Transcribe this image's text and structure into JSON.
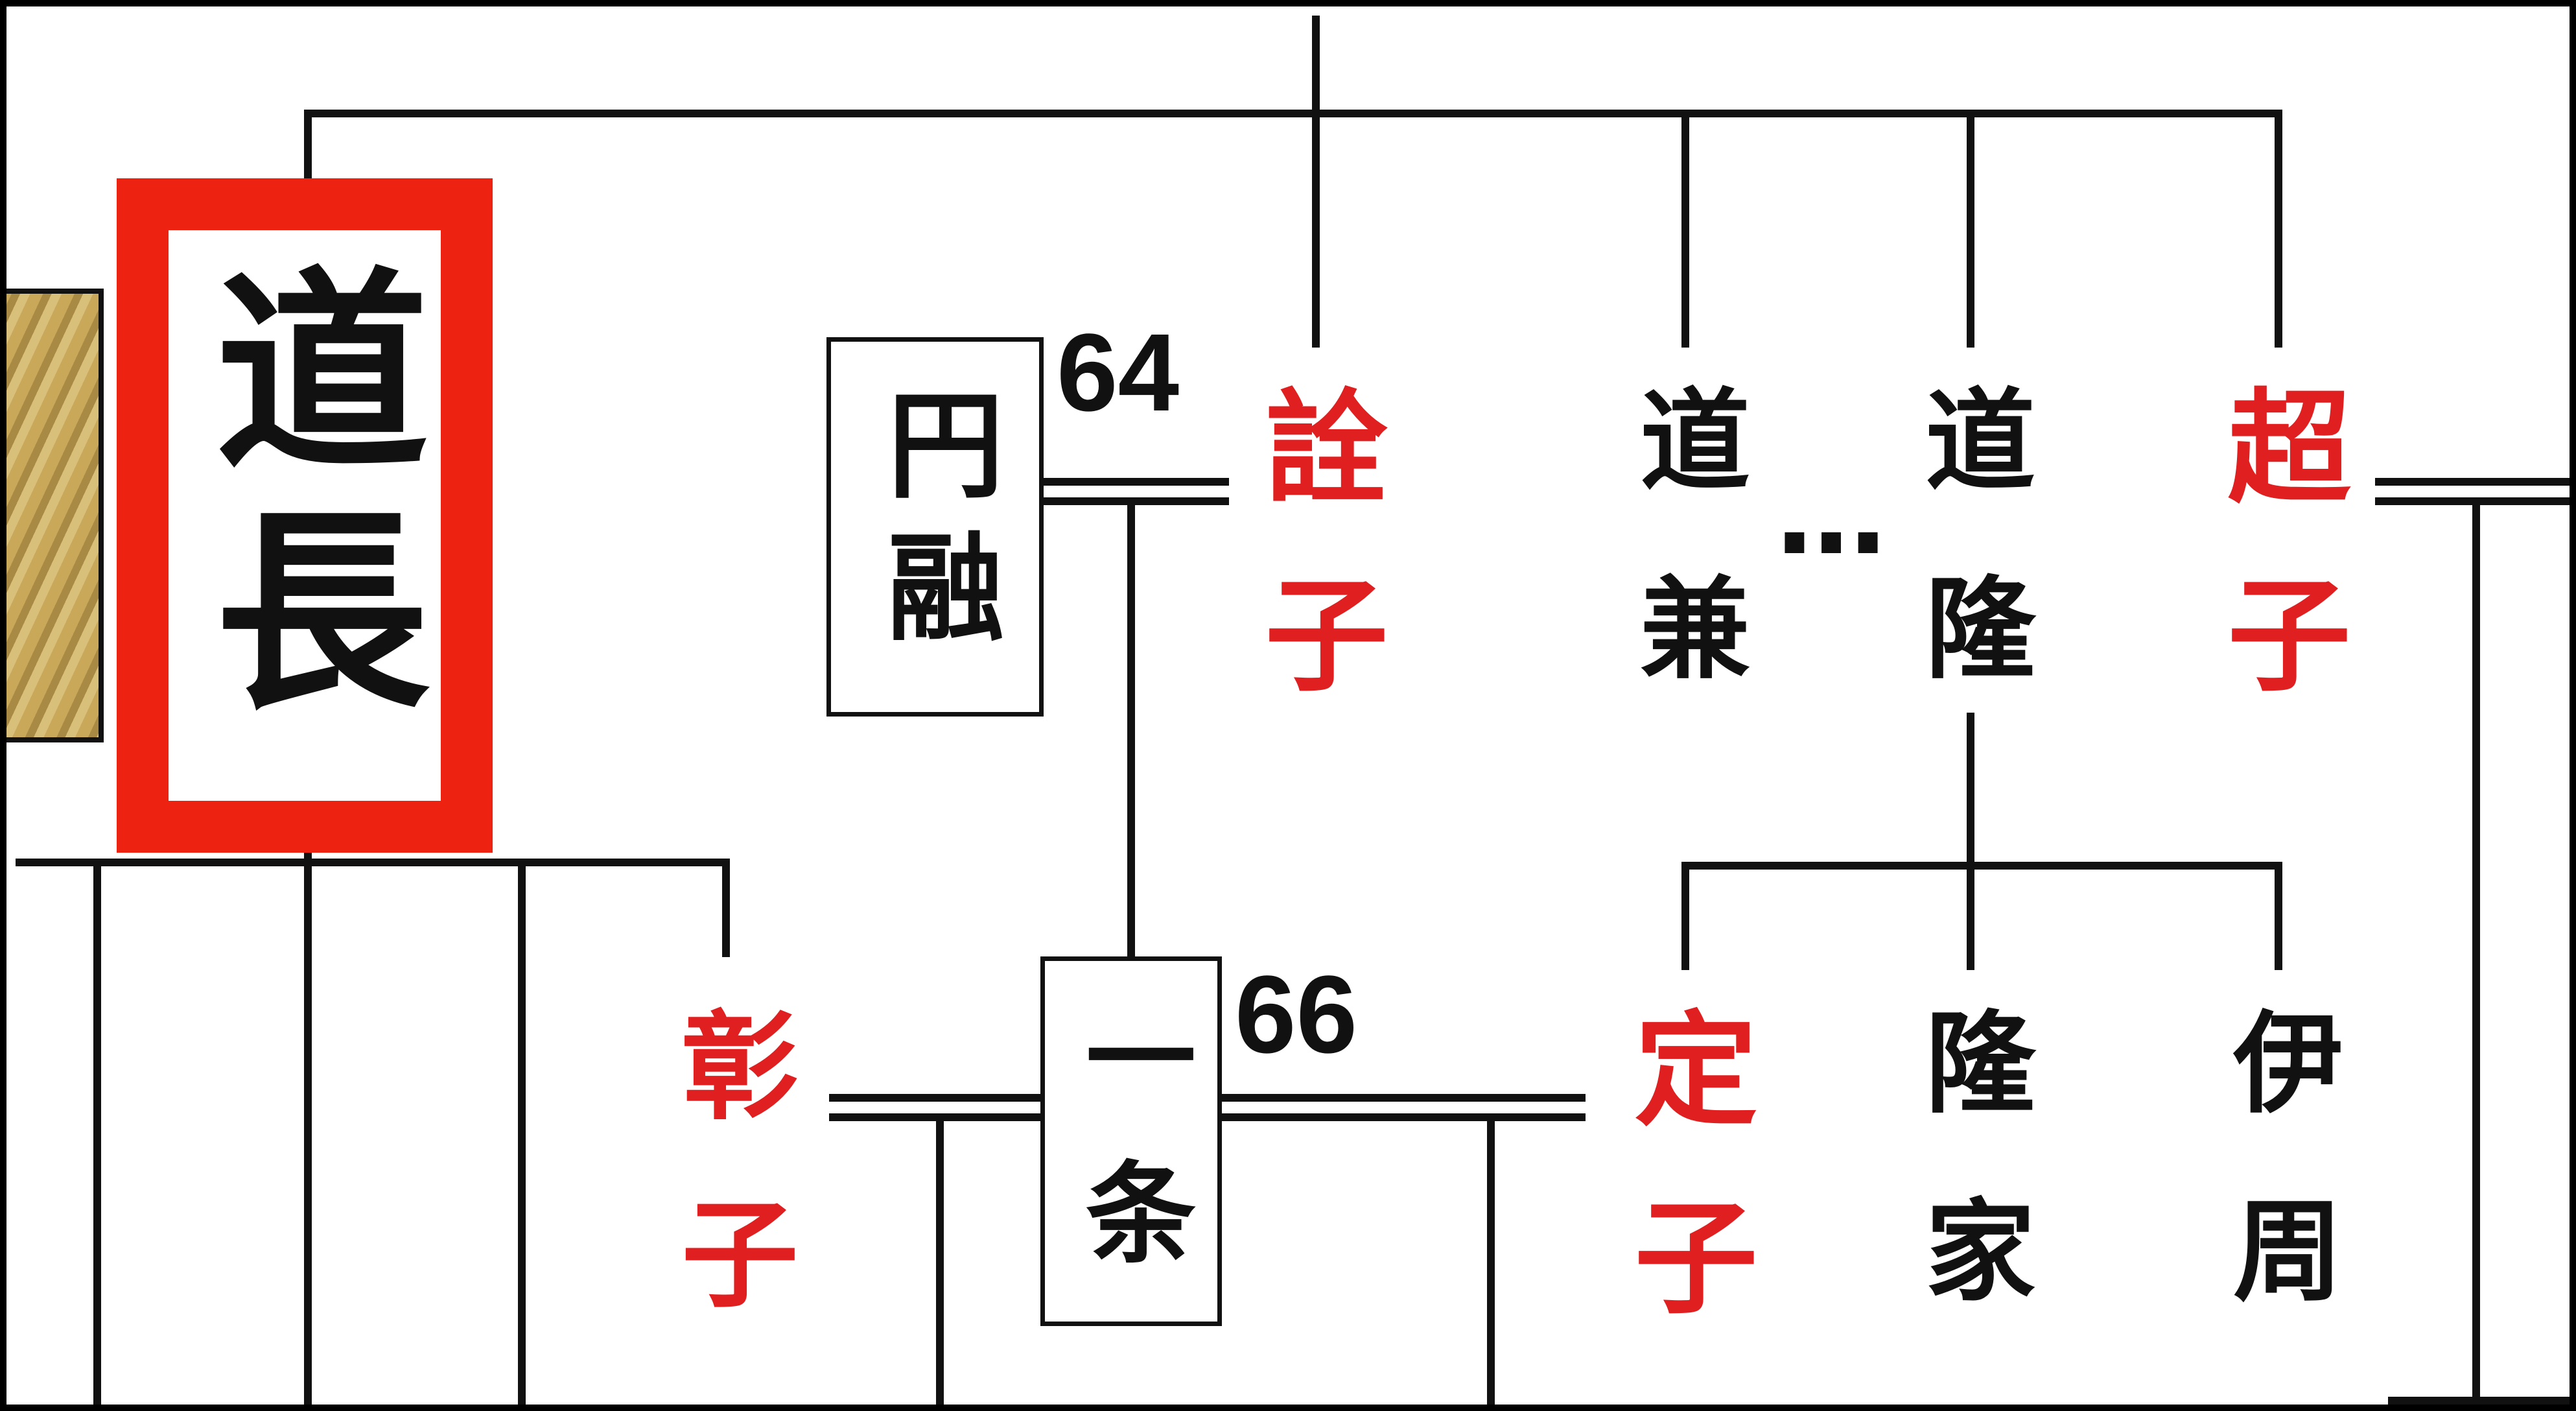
{
  "colors": {
    "highlight_border": "#ee2211",
    "line": "#111111",
    "female_name": "#e02020",
    "male_name": "#111111"
  },
  "people": {
    "michinaga": "道長",
    "enyu": "円融",
    "senshi": "詮子",
    "michikane": "道兼",
    "michitaka": "道隆",
    "choshi": "超子",
    "shoshi": "彰子",
    "ichijo": "一条",
    "teishi": "定子",
    "takaie": "隆家",
    "korechika": "伊周"
  },
  "emperor_numbers": {
    "enyu": "64",
    "ichijo": "66"
  },
  "ellipsis": "…",
  "portrait_icon": "portrait-painting-icon"
}
